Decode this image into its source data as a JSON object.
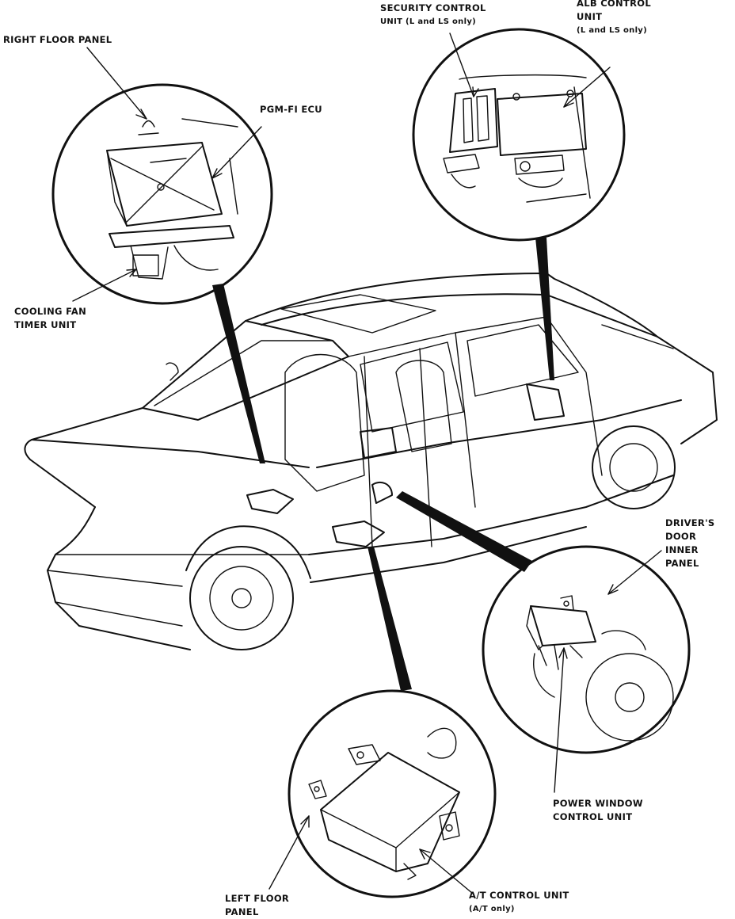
{
  "labels": {
    "right_floor_panel": [
      "RIGHT FLOOR PANEL"
    ],
    "pgm_fi_ecu": [
      "PGM-FI ECU"
    ],
    "cooling_fan_timer": [
      "COOLING FAN",
      "TIMER UNIT"
    ],
    "security_control": [
      "SECURITY CONTROL",
      "UNIT (L and LS only)"
    ],
    "alb_control": [
      "ALB CONTROL",
      "UNIT",
      "(L and LS only)"
    ],
    "drivers_door": [
      "DRIVER'S",
      "DOOR",
      "INNER",
      "PANEL"
    ],
    "power_window": [
      "POWER WINDOW",
      "CONTROL UNIT"
    ],
    "left_floor_panel": [
      "LEFT FLOOR",
      "PANEL"
    ],
    "at_control": [
      "A/T CONTROL UNIT",
      "(A/T only)"
    ]
  },
  "colors": {
    "ink": "#111111",
    "paper": "#ffffff"
  }
}
